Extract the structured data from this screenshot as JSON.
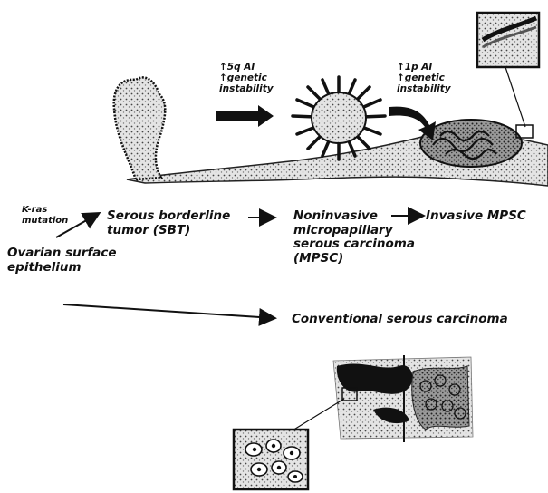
{
  "annotations": {
    "step1": {
      "line1": "↑5q AI",
      "line2": "↑genetic",
      "line3": "instability"
    },
    "step2": {
      "line1": "↑1p AI",
      "line2": "↑genetic",
      "line3": "instability"
    }
  },
  "labels": {
    "kras": {
      "line1": "K-ras",
      "line2": "mutation"
    },
    "ose": {
      "line1": "Ovarian surface",
      "line2": "epithelium"
    },
    "sbt": {
      "line1": "Serous borderline",
      "line2": "tumor (SBT)"
    },
    "mpsc": {
      "line1": "Noninvasive",
      "line2": "micropapillary",
      "line3": "serous carcinoma",
      "line4": "(MPSC)"
    },
    "invasive": "Invasive MPSC",
    "conventional": "Conventional serous carcinoma"
  }
}
